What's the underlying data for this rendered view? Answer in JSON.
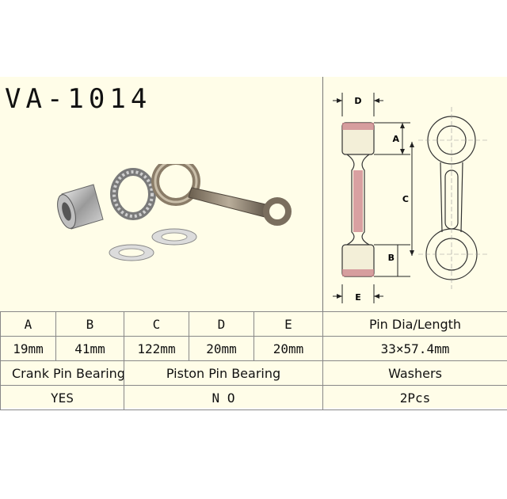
{
  "part_number": "VA-1014",
  "diagram_labels": {
    "a": "A",
    "b": "B",
    "c": "C",
    "d": "D",
    "e": "E"
  },
  "dimensions": {
    "headers": [
      "A",
      "B",
      "C",
      "D",
      "E",
      "Pin Dia/Length"
    ],
    "values": [
      "19mm",
      "41mm",
      "122mm",
      "20mm",
      "20mm",
      "33×57.4mm"
    ]
  },
  "bearings": {
    "headers": [
      "Crank Pin Bearing",
      "Piston Pin Bearing",
      "Washers"
    ],
    "values": [
      "YES",
      "N O",
      "2Pcs"
    ]
  }
}
